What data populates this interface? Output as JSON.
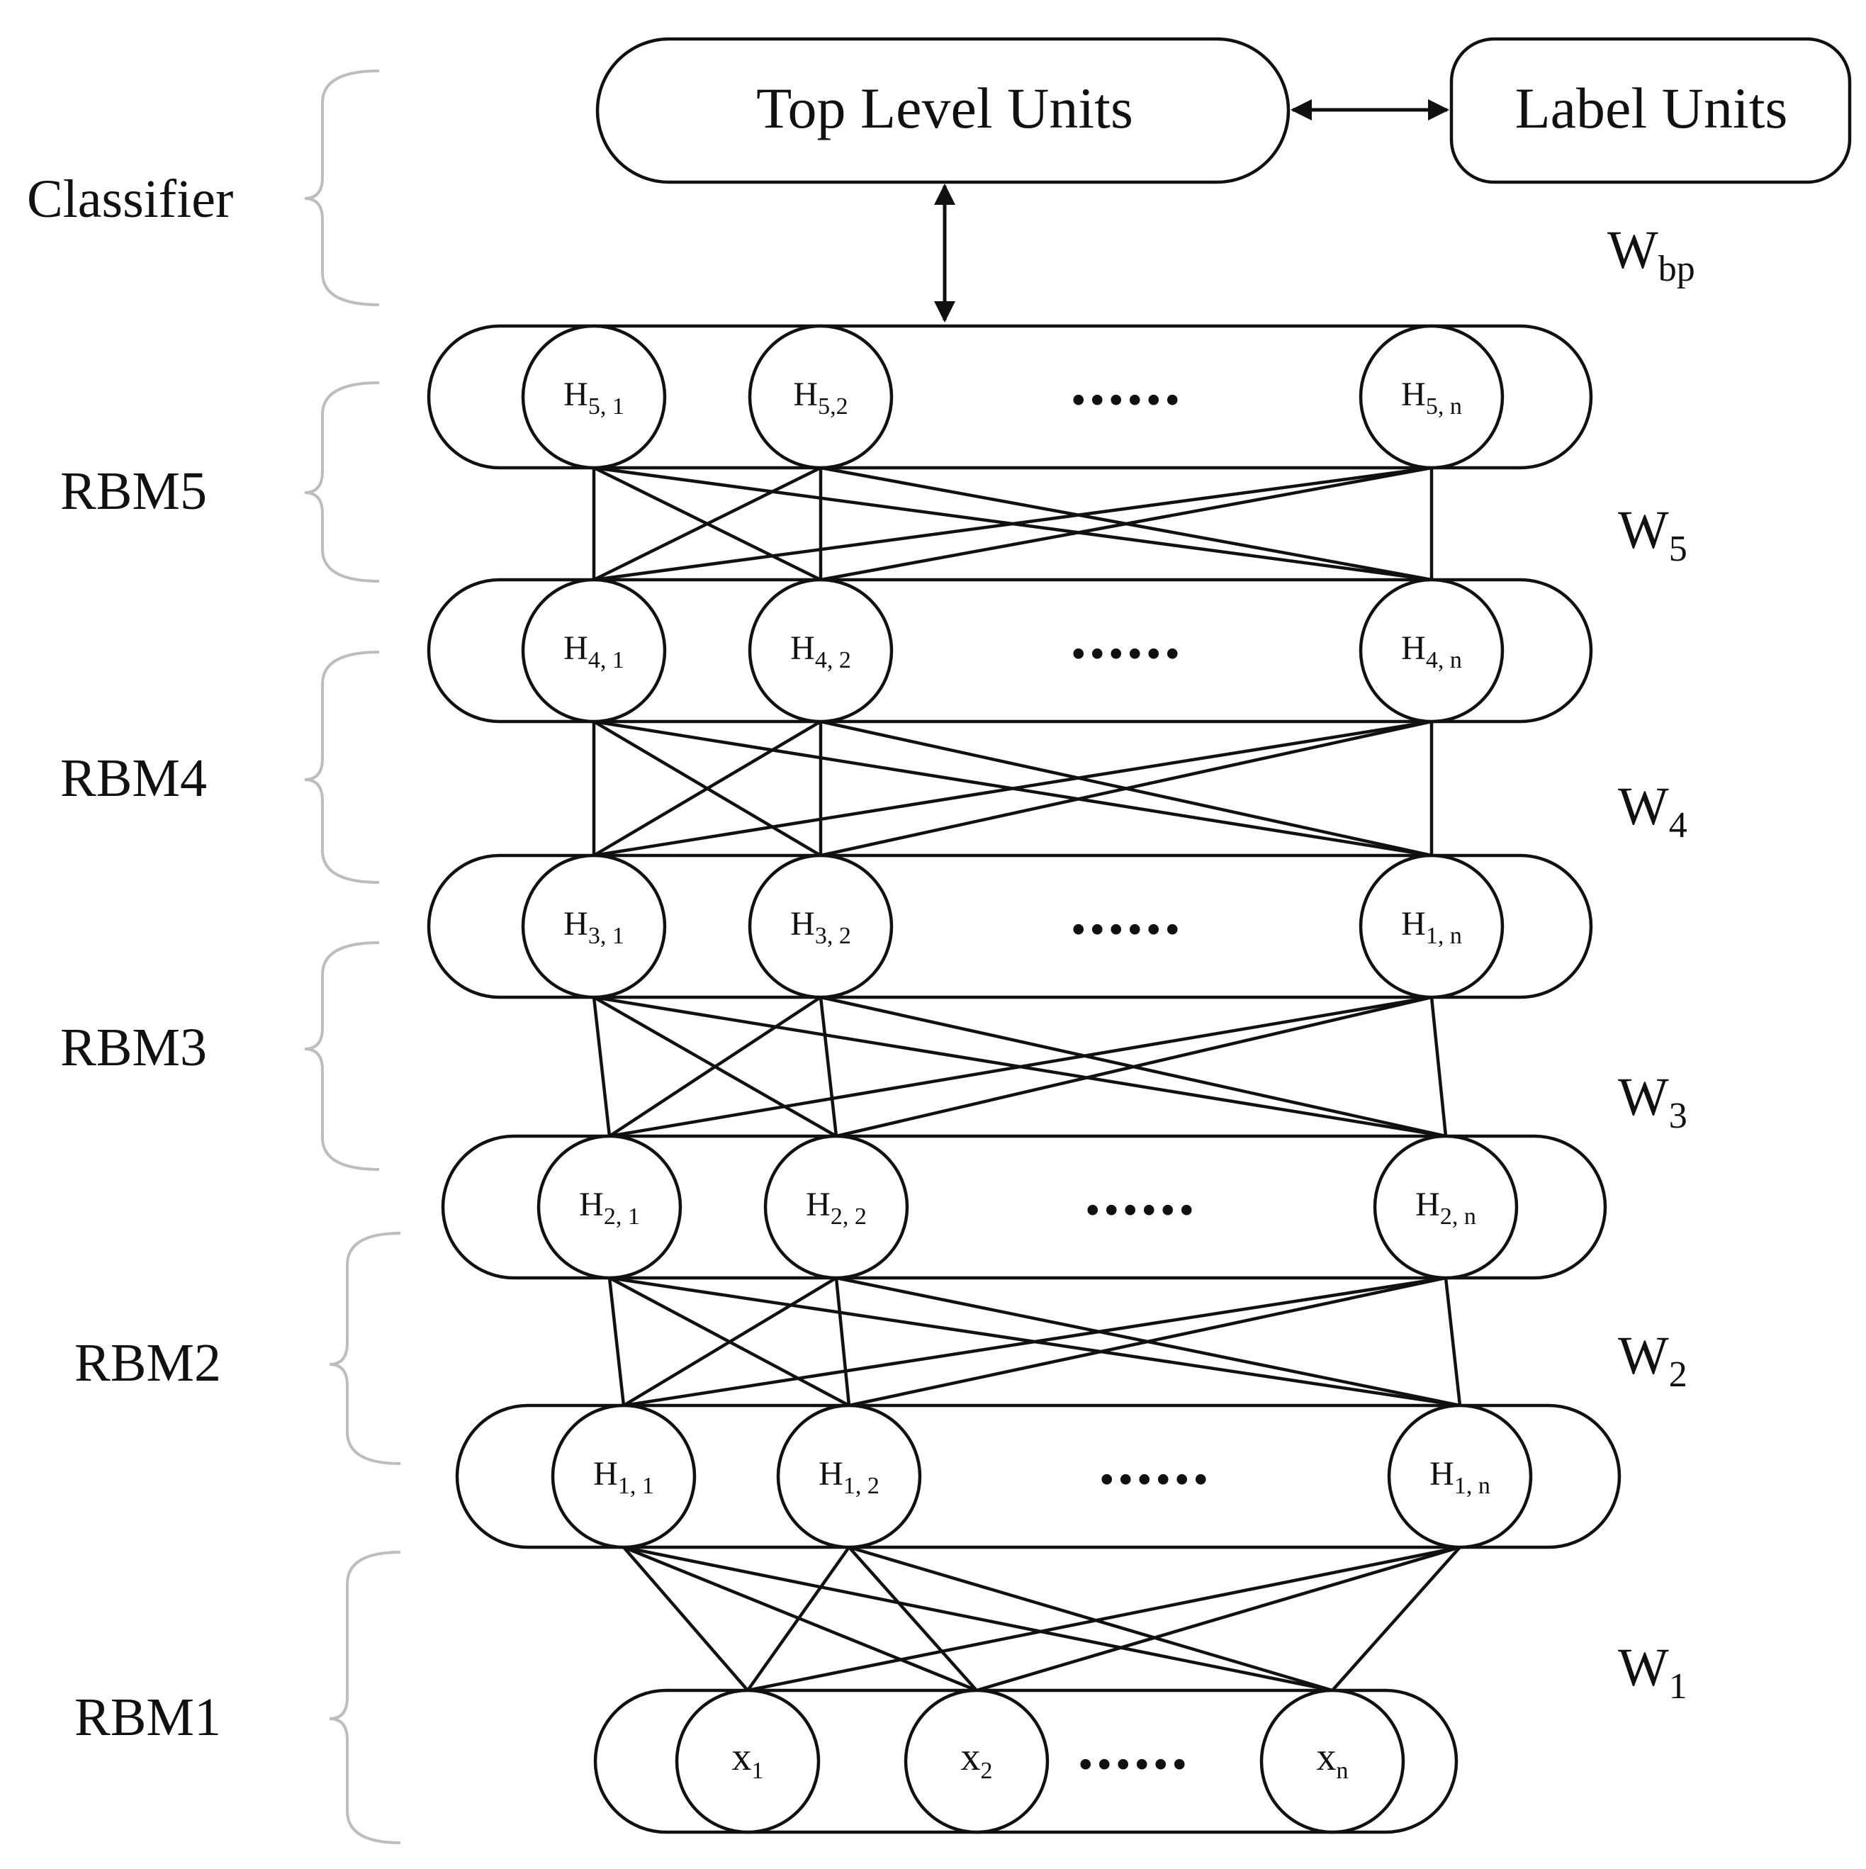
{
  "classifier": {
    "label": "Classifier",
    "top_box": "Top Level Units",
    "label_box": "Label Units"
  },
  "weights": [
    {
      "main": "W",
      "sub": "bp"
    },
    {
      "main": "W",
      "sub": "5"
    },
    {
      "main": "W",
      "sub": "4"
    },
    {
      "main": "W",
      "sub": "3"
    },
    {
      "main": "W",
      "sub": "2"
    },
    {
      "main": "W",
      "sub": "1"
    }
  ],
  "rbm_labels": [
    "RBM5",
    "RBM4",
    "RBM3",
    "RBM2",
    "RBM1"
  ],
  "layers": [
    {
      "nodes": [
        {
          "main": "H",
          "sub": "5, 1"
        },
        {
          "main": "H",
          "sub": "5,2"
        },
        {
          "main": "H",
          "sub": "5, n"
        }
      ],
      "dots": "......"
    },
    {
      "nodes": [
        {
          "main": "H",
          "sub": "4, 1"
        },
        {
          "main": "H",
          "sub": "4, 2"
        },
        {
          "main": "H",
          "sub": "4, n"
        }
      ],
      "dots": "......"
    },
    {
      "nodes": [
        {
          "main": "H",
          "sub": "3, 1"
        },
        {
          "main": "H",
          "sub": "3, 2"
        },
        {
          "main": "H",
          "sub": "1, n"
        }
      ],
      "dots": "......"
    },
    {
      "nodes": [
        {
          "main": "H",
          "sub": "2, 1"
        },
        {
          "main": "H",
          "sub": "2, 2"
        },
        {
          "main": "H",
          "sub": "2, n"
        }
      ],
      "dots": "......"
    },
    {
      "nodes": [
        {
          "main": "H",
          "sub": "1, 1"
        },
        {
          "main": "H",
          "sub": "1, 2"
        },
        {
          "main": "H",
          "sub": "1, n"
        }
      ],
      "dots": "......"
    },
    {
      "nodes": [
        {
          "main": "x",
          "sub": "1"
        },
        {
          "main": "x",
          "sub": "2"
        },
        {
          "main": "x",
          "sub": "n"
        }
      ],
      "dots": "......"
    }
  ]
}
